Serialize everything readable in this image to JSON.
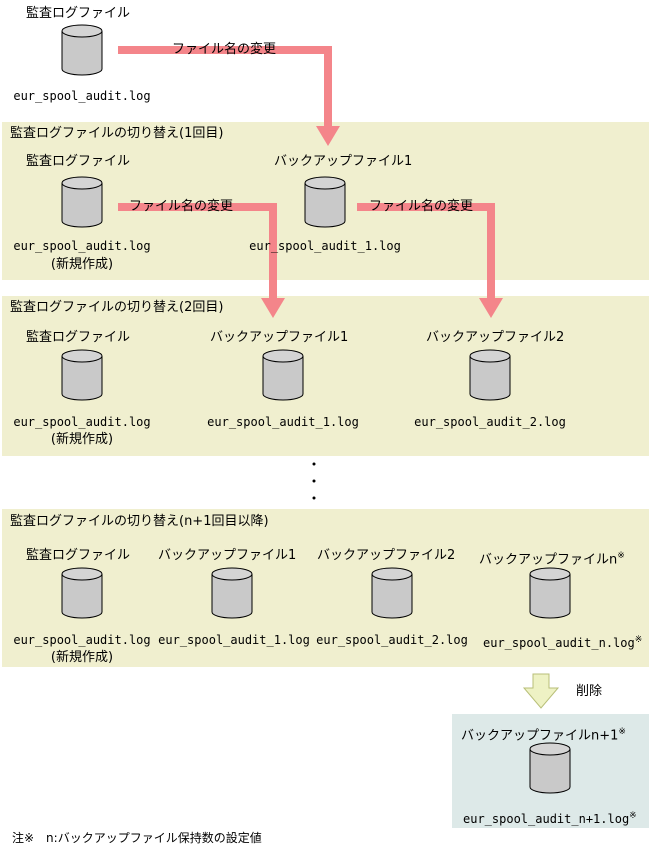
{
  "top": {
    "label": "監査ログファイル",
    "file": "eur_spool_audit.log",
    "rename": "ファイル名の変更"
  },
  "stage1": {
    "title": "監査ログファイルの切り替え(1回目)",
    "audit_label": "監査ログファイル",
    "audit_file": "eur_spool_audit.log",
    "new_note": "(新規作成)",
    "backup1_label": "バックアップファイル1",
    "backup1_file": "eur_spool_audit_1.log",
    "rename_a": "ファイル名の変更",
    "rename_b": "ファイル名の変更"
  },
  "stage2": {
    "title": "監査ログファイルの切り替え(2回目)",
    "audit_label": "監査ログファイル",
    "audit_file": "eur_spool_audit.log",
    "new_note": "(新規作成)",
    "backup1_label": "バックアップファイル1",
    "backup1_file": "eur_spool_audit_1.log",
    "backup2_label": "バックアップファイル2",
    "backup2_file": "eur_spool_audit_2.log"
  },
  "stage3": {
    "title": "監査ログファイルの切り替え(n+1回目以降)",
    "audit_label": "監査ログファイル",
    "audit_file": "eur_spool_audit.log",
    "new_note": "(新規作成)",
    "backup1_label": "バックアップファイル1",
    "backup1_file": "eur_spool_audit_1.log",
    "backup2_label": "バックアップファイル2",
    "backup2_file": "eur_spool_audit_2.log",
    "backupn_label": "バックアップファイルn",
    "backupn_file": "eur_spool_audit_n.log",
    "mark": "※"
  },
  "delete": {
    "label": "削除",
    "backup_label": "バックアップファイルn+1",
    "backup_file": "eur_spool_audit_n+1.log",
    "mark": "※"
  },
  "footnote": "注※　n:バックアップファイル保持数の設定値",
  "colors": {
    "panel": "#f0efcf",
    "delete_panel": "#dde9e8",
    "rename_arrow": "#f4858a",
    "delete_arrow": "#eef2c4"
  }
}
